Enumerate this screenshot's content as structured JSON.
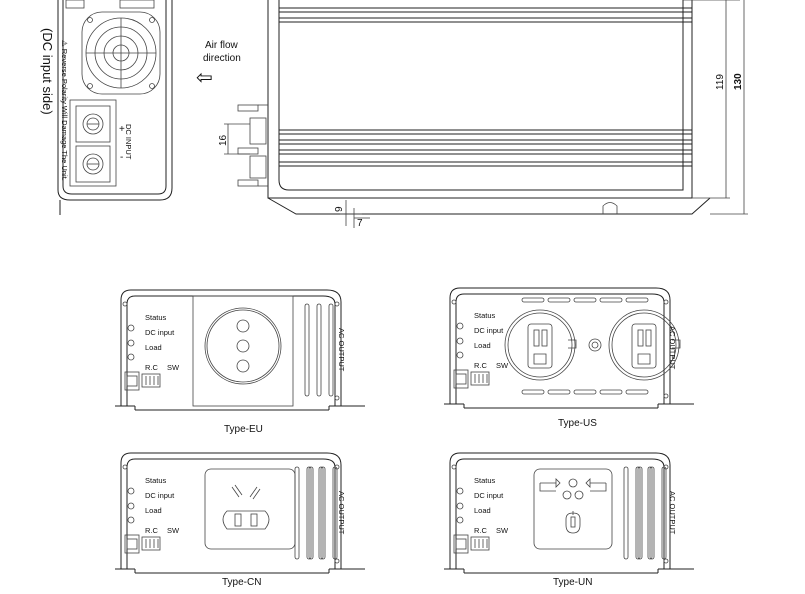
{
  "top": {
    "dc_side_label": "(DC input side)",
    "warning_text": "⚠ Reverse Polarity Will Damage The Unit.",
    "dc_input_label": "DC INPUT",
    "plus": "+",
    "minus": "-",
    "airflow_line1": "Air flow",
    "airflow_line2": "direction",
    "airflow_arrow": "⇦",
    "dims": {
      "d119": "119",
      "d130": "130",
      "d16": "16",
      "d9": "9",
      "d7": "7"
    }
  },
  "panel_labels": {
    "status": "Status",
    "dc_input": "DC input",
    "load": "Load",
    "rc": "R.C",
    "sw": "SW",
    "ac_output": "AC OUTPUT"
  },
  "captions": {
    "eu": "Type-EU",
    "us": "Type-US",
    "cn": "Type-CN",
    "un": "Type-UN"
  }
}
